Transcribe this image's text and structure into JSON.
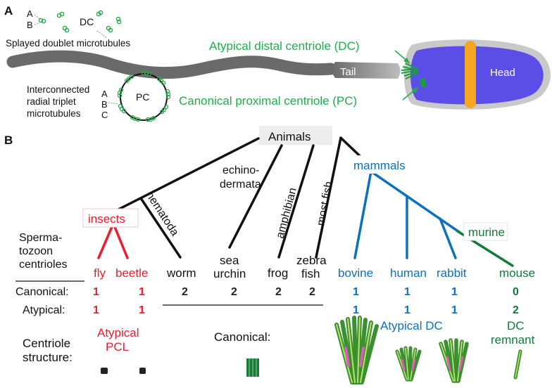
{
  "panel_a": {
    "label": "A",
    "dc_letters": {
      "a": "A",
      "b": "B"
    },
    "dc_tag": "DC",
    "splayed": "Splayed doublet microtubules",
    "interconnected": [
      "Interconnected",
      "radial triplet",
      "microtubules"
    ],
    "pc_letters": {
      "a": "A",
      "b": "B",
      "c": "C"
    },
    "pc_tag": "PC",
    "tail": "Tail",
    "head": "Head",
    "atypical_dc": "Atypical distal centriole (DC)",
    "canonical_pc": "Canonical proximal centriole (PC)"
  },
  "panel_b": {
    "label": "B",
    "root": "Animals",
    "groups": {
      "insects": "insects",
      "nematoda": "nematoda",
      "echinodermata": [
        "echino-",
        "dermata"
      ],
      "amphibian": "amphibian",
      "most_fish": "most fish",
      "mammals": "mammals",
      "murine": "murine"
    },
    "row_header": [
      "Sperma-",
      "tozoon",
      "centrioles"
    ],
    "species": [
      {
        "name": [
          "fly"
        ],
        "canonical": "1",
        "atypical": "1"
      },
      {
        "name": [
          "beetle"
        ],
        "canonical": "1",
        "atypical": "1"
      },
      {
        "name": [
          "worm"
        ],
        "canonical": "2",
        "atypical": ""
      },
      {
        "name": [
          "sea",
          "urchin"
        ],
        "canonical": "2",
        "atypical": ""
      },
      {
        "name": [
          "frog"
        ],
        "canonical": "2",
        "atypical": ""
      },
      {
        "name": [
          "zebra",
          "fish"
        ],
        "canonical": "2",
        "atypical": ""
      },
      {
        "name": [
          "bovine"
        ],
        "canonical": "1",
        "atypical": "1"
      },
      {
        "name": [
          "human"
        ],
        "canonical": "1",
        "atypical": "1"
      },
      {
        "name": [
          "rabbit"
        ],
        "canonical": "1",
        "atypical": "1"
      },
      {
        "name": [
          "mouse"
        ],
        "canonical": "0",
        "atypical": "2"
      }
    ],
    "canonical_label": "Canonical:",
    "atypical_label": "Atypical:",
    "structure_label": [
      "Centriole",
      "structure:"
    ],
    "atypical_pcl": [
      "Atypical",
      "PCL"
    ],
    "canonical_struct": "Canonical:",
    "atypical_dc": "Atypical DC",
    "dc_remnant": [
      "DC",
      "remnant"
    ]
  },
  "colors": {
    "insect": "#ee1c2e",
    "mammal": "#0a72bd",
    "murine": "#127a3a",
    "green_label": "#1fae48",
    "black": "#111111",
    "head_blue": "#5b4ee6",
    "head_ring": "#c9c9c9",
    "belt": "#f5a623",
    "tail_gray": "#6a6a6a"
  }
}
